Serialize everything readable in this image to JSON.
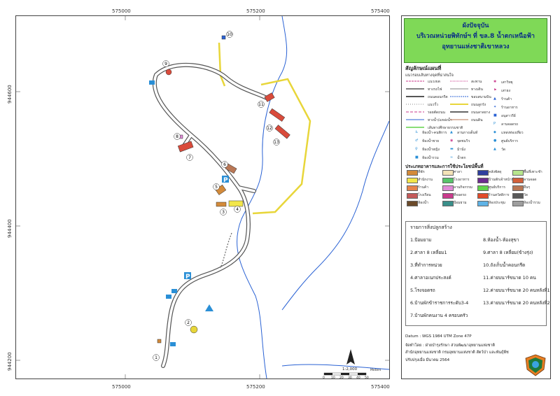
{
  "map": {
    "coords_top": [
      "575000",
      "575200",
      "575400"
    ],
    "coords_bottom": [
      "575000",
      "575200",
      "575400"
    ],
    "coords_left": [
      "944600",
      "944400",
      "944200"
    ],
    "scale_label": "1:2,000",
    "scale_ticks": [
      "0",
      "10",
      "20",
      "30",
      "40",
      "50"
    ],
    "scale_unit": "Meters",
    "point_labels": [
      "1",
      "2",
      "3",
      "4",
      "5",
      "6",
      "7",
      "8",
      "9",
      "10",
      "11",
      "12",
      "13"
    ],
    "colors": {
      "river": "#2a62d4",
      "road": "#555555",
      "trail": "#e8d63a",
      "building": "#d94b3b",
      "parking": "#2a8fd6"
    }
  },
  "title": {
    "line1": "ผังปัจจุบัน",
    "line2": "บริเวณหน่วยพิทักษ์ฯ ที่ ขล.8 น้ำตกเหนือฟ้า",
    "line3": "อุทยานแห่งชาติเขาหลวง"
  },
  "legend": {
    "heading": "สัญลักษณ์แผนที่",
    "sub_heading": "แนวรอบเส้นทางจุดที่น่าสนใจ",
    "landuse_heading": "ประเภทอาคารและการใช้ประโยชน์พื้นที่",
    "lines_col1": [
      "แนวเขต",
      "ทางรถไฟ",
      "ถนนคอนกรีต",
      "แนวรั้ว",
      "รอยตัดถนน",
      "ทางน้ำ/แหล่งน้ำ",
      "เส้นทางศึกษาธรรมชาติ"
    ],
    "lines_col2": [
      "สะพาน",
      "ทางเดิน",
      "ขอบสนามบิน",
      "ถนนลูกรัง",
      "ถนนลาดยาง",
      "ถนนดิน"
    ],
    "icons_col3": [
      "เสาวิทยุ",
      "เสาธง",
      "ร้านค้า",
      "ร้านอาหาร",
      "อนุสาวรีย์",
      "ลานจอดรถ",
      "แหล่งท่องเที่ยว",
      "ศูนย์บริการ",
      "วัด"
    ],
    "icons_col1": [
      "ห้องน้ำ-คนพิการ",
      "ห้องน้ำชาย",
      "ห้องน้ำหญิง",
      "ห้องน้ำรวม"
    ],
    "icons_col2": [
      "ลานกางเต็นท์",
      "จุดชมวิว",
      "ม้านั่ง",
      "น้ำตก"
    ],
    "landuse": [
      {
        "label": "ที่พัก",
        "color": "#d38a3a"
      },
      {
        "label": "สำนักงาน",
        "color": "#f2e64a"
      },
      {
        "label": "ร้านค้า",
        "color": "#e6834c"
      },
      {
        "label": "โรงเรียน",
        "color": "#c45a5a"
      },
      {
        "label": "ห้องน้ำ",
        "color": "#6b4a2a"
      },
      {
        "label": "ศาลา",
        "color": "#f4e3b8"
      },
      {
        "label": "โรงอาหาร",
        "color": "#57c46b"
      },
      {
        "label": "ลานกิจกรรม",
        "color": "#e08ad8"
      },
      {
        "label": "ที่จอดรถ",
        "color": "#c93b8c"
      },
      {
        "label": "ป้อมยาม",
        "color": "#3a8f8a"
      },
      {
        "label": "คลังพัสดุ",
        "color": "#2f3f9e"
      },
      {
        "label": "บ้านพักเจ้าหน้าที่",
        "color": "#6d2c8f"
      },
      {
        "label": "ศูนย์บริการ",
        "color": "#62d44a"
      },
      {
        "label": "ร้านสวัสดิการ",
        "color": "#e24a2a"
      },
      {
        "label": "ห้องประชุม",
        "color": "#5fb3e6"
      },
      {
        "label": "พื้นที่เพาะชำ",
        "color": "#b7e68d"
      },
      {
        "label": "ลานจอด",
        "color": "#d3603a"
      },
      {
        "label": "อื่นๆ",
        "color": "#b97755"
      },
      {
        "label": "วัด",
        "color": "#595959"
      },
      {
        "label": "ห้องน้ำรวม",
        "color": "#9e9e9e"
      }
    ]
  },
  "buildings": {
    "heading": "รายการสิ่งปลูกสร้าง",
    "col1": [
      "1.ป้อมยาม",
      "2.ศาลา 8 เหลี่ยม1",
      "3.ที่ทำการหน่วย",
      "4.ศาลาอเนกประสงค์",
      "5.โรงจอดรถ",
      "6.บ้านพักข้าราชการระดับ3-4",
      "7.บ้านพักคนงาน 4 ครอบครัว"
    ],
    "col2": [
      "8.ห้องน้ำ-ห้องสุขา",
      "9.ศาลา 8 เหลี่ยม(ข้างรุ่ง)",
      "10.ถังเก็บน้ำคอนกรีต",
      "11.ค่ายบนาร์ขนาด 10 คน",
      "12.ค่ายบนาร์ขนาด 20 คนหลังที่1",
      "13.ค่ายบนาร์ขนาด 20 คนหลังที่2"
    ]
  },
  "footer": {
    "datum": "Datum : WGS 1984 UTM Zone 47P",
    "made_by": "จัดทำโดย : ฝ่ายบำรุงรักษา ส่วนพัฒนาอุทยานแห่งชาติ",
    "office": "สำนักอุทยานแห่งชาติ กรมอุทยานแห่งชาติ สัตว์ป่า และพันธุ์พืช",
    "updated": "ปรับปรุงเมื่อ มีนาคม 2564"
  }
}
